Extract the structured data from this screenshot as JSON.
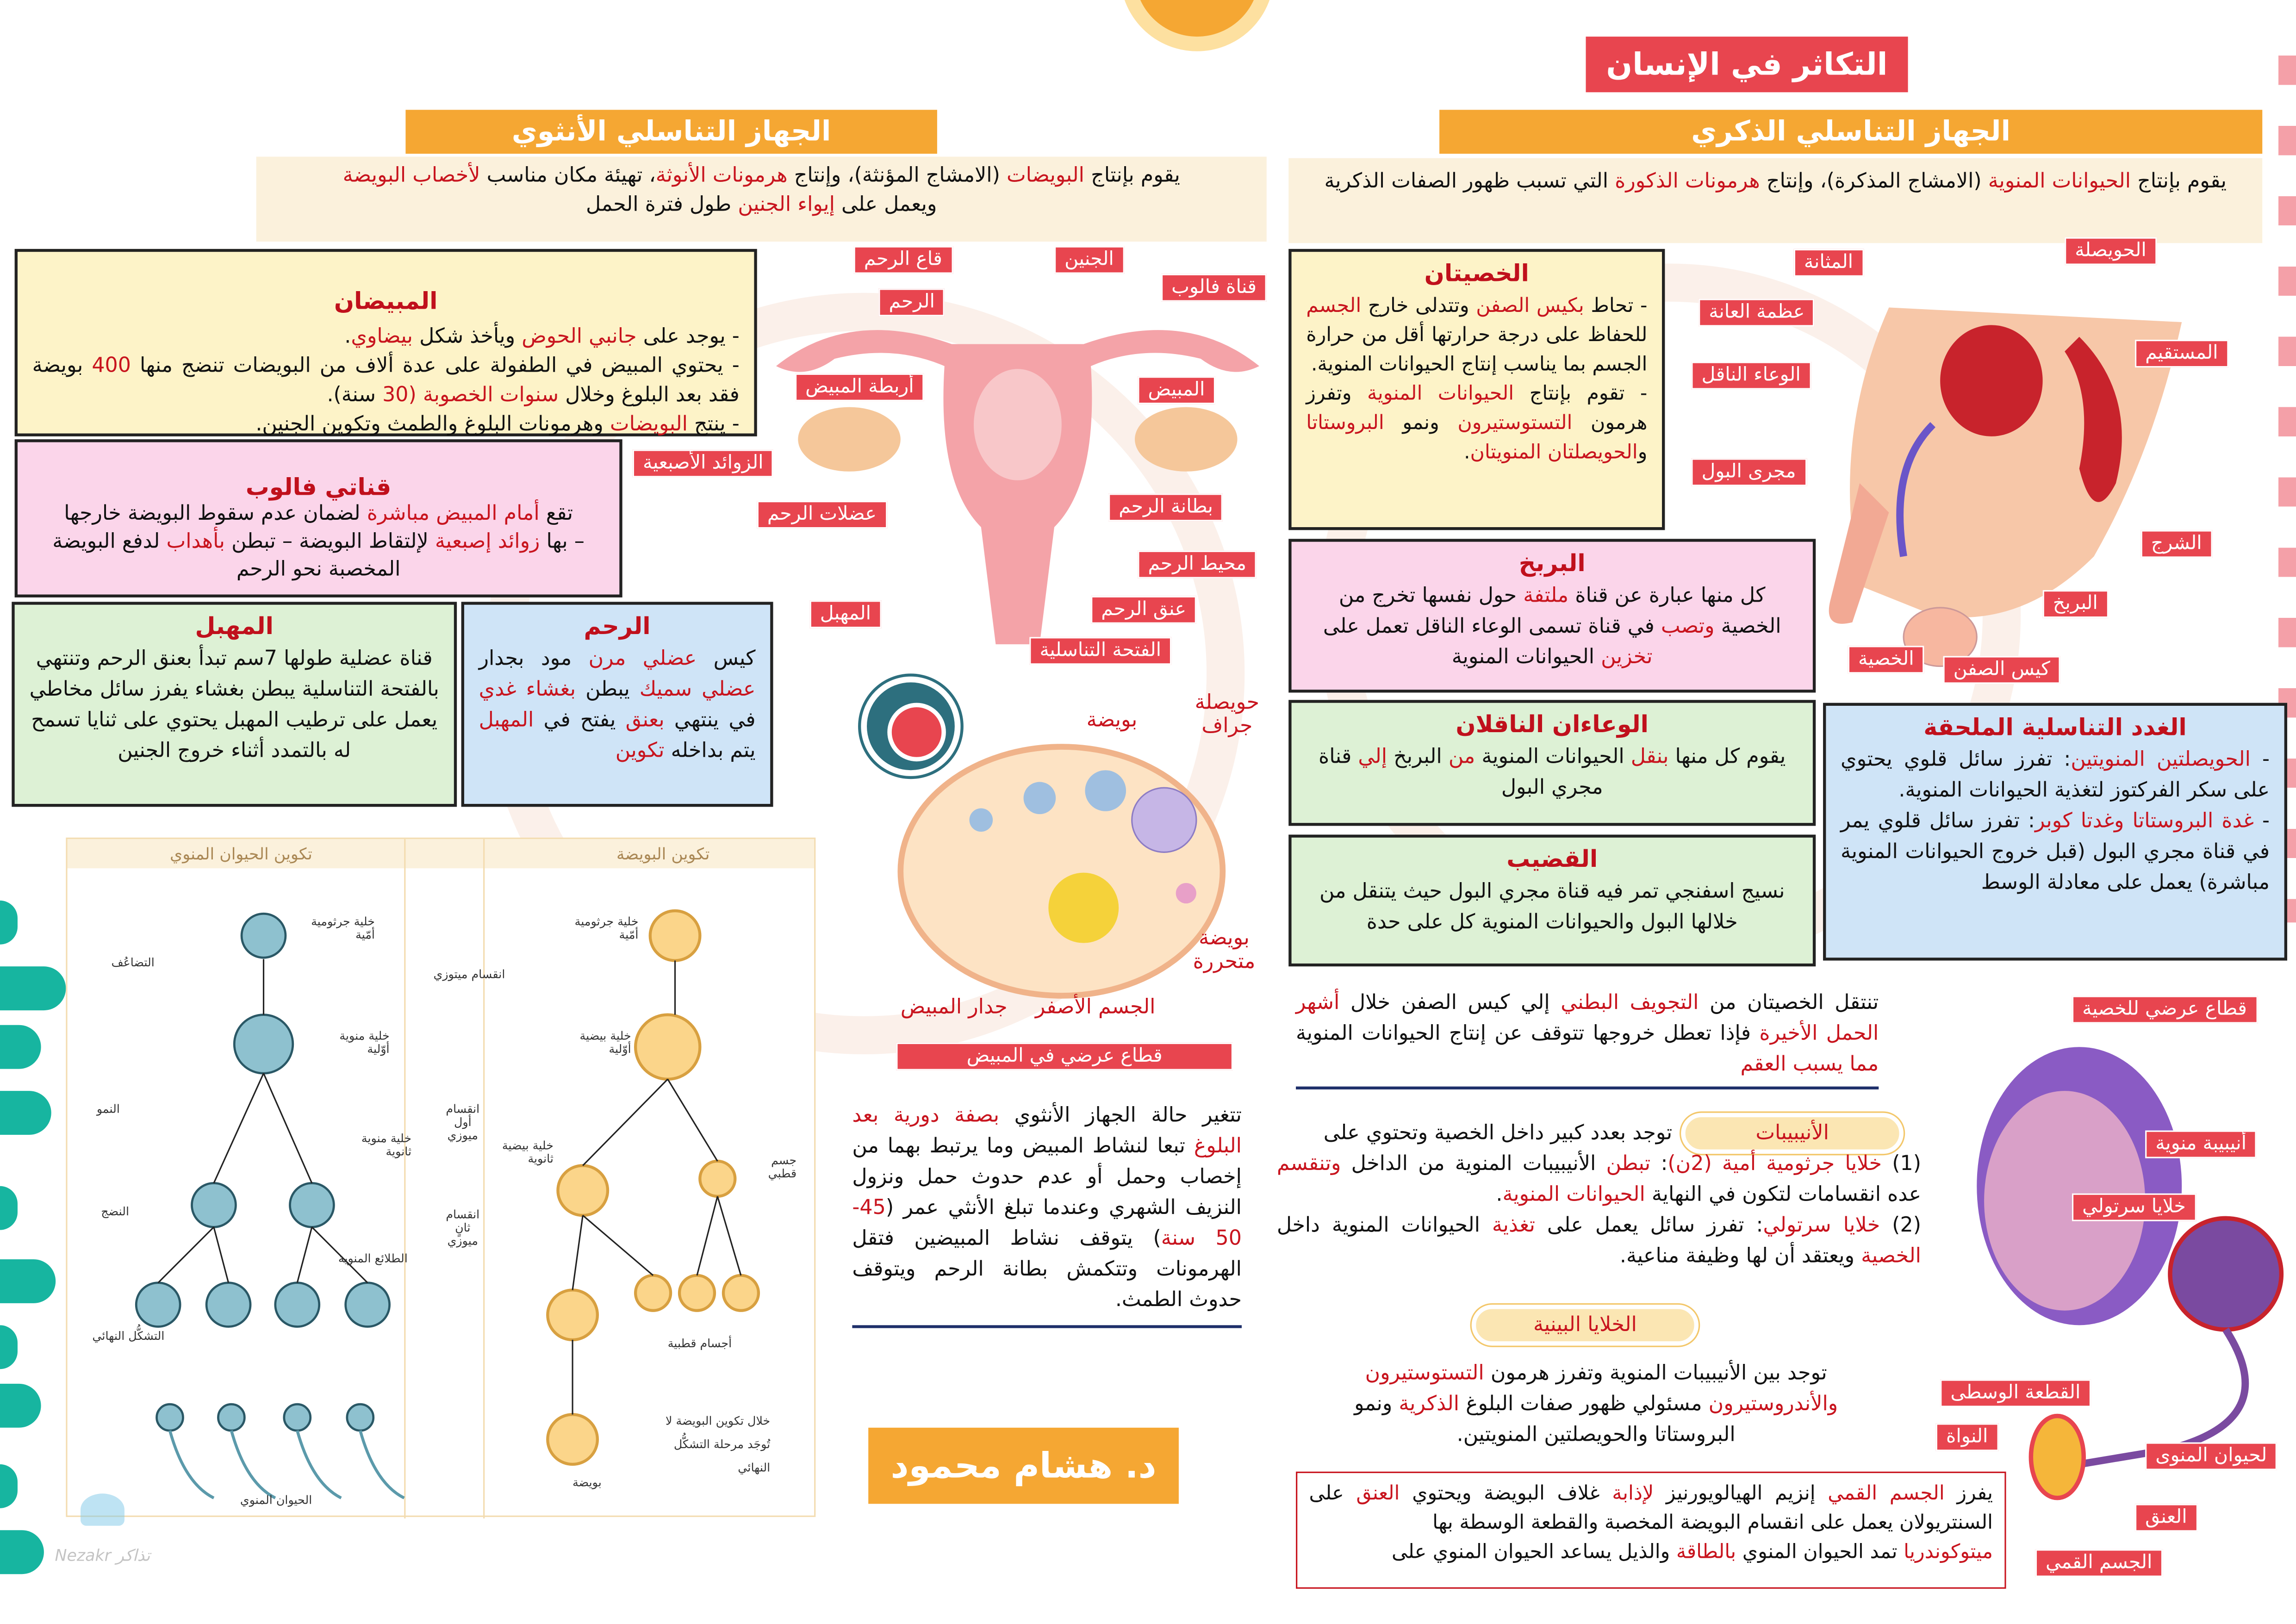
{
  "title": "التكاثر في الإنسان",
  "male": {
    "header": "الجهاز التناسلي الذكري",
    "intro": [
      [
        "يقوم بإنتاج ",
        0
      ],
      [
        "الحيوانات المنوية",
        1
      ],
      [
        " (الامشاج المذكرة)، وإنتاج ",
        0
      ],
      [
        "هرمونات الذكورة",
        1
      ],
      [
        " التي تسبب ظهور الصفات الذكرية",
        0
      ]
    ],
    "diagram_labels": [
      "الحويصلة",
      "المثانة",
      "عظمة العانة",
      "المستقيم",
      "الوعاء الناقل",
      "مجرى البول",
      "الشرج",
      "البربخ",
      "الخصية",
      "كيس الصفن"
    ],
    "testes": {
      "title": "الخصيتان",
      "text": [
        [
          "- تحاط ",
          0
        ],
        [
          "بكيس الصفن",
          1
        ],
        [
          " وتتدلى خارج ",
          0
        ],
        [
          "الجسم",
          1
        ],
        [
          " للحفاظ على درجة حرارتها أقل من حرارة الجسم بما يناسب إنتاج الحيوانات المنوية.",
          0
        ],
        [
          "\n- تقوم بإنتاج ",
          0
        ],
        [
          "الحيوانات المنوية",
          1
        ],
        [
          " وتفرز هرمون ",
          0
        ],
        [
          "التستوستيرون",
          1
        ],
        [
          " ونمو ",
          0
        ],
        [
          "البروستاتا",
          1
        ],
        [
          " و",
          0
        ],
        [
          "الحويصلتان المنويتان",
          1
        ],
        [
          ".",
          0
        ]
      ]
    },
    "epididymis": {
      "title": "البربخ",
      "text": [
        [
          "كل منها عبارة عن قناة ",
          0
        ],
        [
          "ملتفة",
          1
        ],
        [
          " حول نفسها تخرج من الخصية ",
          0
        ],
        [
          "وتصب",
          1
        ],
        [
          " في قناة تسمى الوعاء الناقل تعمل على ",
          0
        ],
        [
          "تخزين",
          1
        ],
        [
          " الحيوانات المنوية",
          0
        ]
      ]
    },
    "vas": {
      "title": "الوعاءان الناقلان",
      "text": [
        [
          "يقوم كل منها ",
          0
        ],
        [
          "بنقل",
          1
        ],
        [
          " الحيوانات المنوية ",
          0
        ],
        [
          "من",
          1
        ],
        [
          " البربخ ",
          0
        ],
        [
          "إلي",
          1
        ],
        [
          " قناة مجري البول",
          0
        ]
      ]
    },
    "penis": {
      "title": "القضيب",
      "text": [
        [
          "نسيج اسفنجي تمر فيه قناة مجري البول حيث يتنقل من خلالها البول والحيوانات المنوية كل على حدة",
          0
        ]
      ]
    },
    "glands": {
      "title": "الغدد التناسلية الملحقة",
      "text": [
        [
          "- ",
          0
        ],
        [
          "الحويصلتين المنويتين",
          1
        ],
        [
          ": تفرز سائل قلوي يحتوي على سكر الفركتوز لتغذية الحيوانات المنوية.",
          0
        ],
        [
          "\n- ",
          0
        ],
        [
          "غدة البروستاتا وغدتا كوبر",
          1
        ],
        [
          ": تفرز سائل قلوي يمر في قناة مجري البول (قبل خروج الحيوانات المنوية مباشرة) يعمل على معادلة الوسط",
          0
        ]
      ]
    },
    "descent": [
      [
        "تنتقل الخصيتان من ",
        0
      ],
      [
        "التجويف البطني",
        1
      ],
      [
        " إلي كيس الصفن خلال ",
        0
      ],
      [
        "أشهر الحمل الأخيرة",
        1
      ],
      [
        " فإذا تعطل خروجها تتوقف عن إنتاج الحيوانات المنوية ",
        0
      ],
      [
        "مما يسبب العقم",
        1
      ]
    ],
    "tubules_label": "الأنيبيبات",
    "tubules": [
      [
        "توجد بعدد كبير داخل الخصية وتحتوي على",
        0
      ],
      [
        "\n(1) ",
        0
      ],
      [
        "خلايا جرثومية أمية (2ن)",
        1
      ],
      [
        ": ",
        0
      ],
      [
        "تبطن",
        1
      ],
      [
        " الأنيبيبات المنوية من الداخل ",
        0
      ],
      [
        "وتنقسم",
        1
      ],
      [
        " عده انقسامات لتكون في النهاية ",
        0
      ],
      [
        "الحيوانات المنوية",
        1
      ],
      [
        ".",
        0
      ],
      [
        "\n(2) ",
        0
      ],
      [
        "خلايا سرتولي",
        1
      ],
      [
        ": تفرز سائل يعمل على ",
        0
      ],
      [
        "تغذية",
        1
      ],
      [
        " الحيوانات المنوية داخل ",
        0
      ],
      [
        "الخصية",
        1
      ],
      [
        " ويعتقد أن لها وظيفة مناعية.",
        0
      ]
    ],
    "interstitial_label": "الخلايا البينية",
    "interstitial": [
      [
        "توجد بين الأنيبيبات المنوية وتفرز هرمون ",
        0
      ],
      [
        "التستوستيرون",
        1
      ],
      [
        "\nوالأندروستيرون",
        1
      ],
      [
        " مسئولي ظهور صفات البلوغ ",
        0
      ],
      [
        "الذكرية",
        1
      ],
      [
        " ونمو البروستاتا والحويصلتين المنويتين.",
        0
      ]
    ],
    "acrosome": [
      [
        "يفرز ",
        0
      ],
      [
        "الجسم القمي",
        1
      ],
      [
        " إنزيم الهيالويورنيز ",
        0
      ],
      [
        "لإذابة",
        1
      ],
      [
        " غلاف البويضة ويحتوي ",
        0
      ],
      [
        "العنق",
        1
      ],
      [
        " على السنتريولان يعمل على انقسام البويضة المخصبة والقطعة الوسطة بها ",
        0
      ],
      [
        "\nميتوكوندريا",
        1
      ],
      [
        " تمد الحيوان المنوي ",
        0
      ],
      [
        "بالطاقة",
        1
      ],
      [
        " والذيل يساعد الحيوان المنوي على",
        0
      ]
    ],
    "cross_labels": [
      "قطاع عرضي للخصية",
      "أنيبيبة منوية",
      "خلايا سرتولي",
      "القطعة الوسطى",
      "النواة",
      "لحيوان المنوى",
      "العنق",
      "الجسم القمي"
    ]
  },
  "female": {
    "header": "الجهاز التناسلي الأنثوي",
    "intro": [
      [
        "يقوم بإنتاج ",
        0
      ],
      [
        "البويضات",
        1
      ],
      [
        " (الامشاج المؤنثة)، وإنتاج ",
        0
      ],
      [
        "هرمونات الأنوثة",
        1
      ],
      [
        "، تهيئة مكان مناسب ",
        0
      ],
      [
        "لأخصاب البويضة",
        1
      ],
      [
        "\nويعمل على ",
        0
      ],
      [
        "إيواء الجنين",
        1
      ],
      [
        " طول فترة الحمل",
        0
      ]
    ],
    "ovaries": {
      "title": "المبيضان",
      "text": [
        [
          "- يوجد على ",
          0
        ],
        [
          "جانبي الحوض",
          1
        ],
        [
          " ويأخذ شكل ",
          0
        ],
        [
          "بيضاوي",
          1
        ],
        [
          ".",
          0
        ],
        [
          "\n- يحتوي المبيض في الطفولة على عدة ألاف من البويضات تنضج منها ",
          0
        ],
        [
          "400",
          1
        ],
        [
          " بويضة فقد بعد البلوغ وخلال ",
          0
        ],
        [
          "سنوات الخصوبة (30",
          1
        ],
        [
          " سنة).",
          0
        ],
        [
          "\n- ينتج ",
          0
        ],
        [
          "البويضات",
          1
        ],
        [
          " وهرمونات البلوغ والطمث وتكوين الجنين.",
          0
        ]
      ]
    },
    "fallopian": {
      "title": "قناتي فالوب",
      "text": [
        [
          "تقع ",
          0
        ],
        [
          "أمام المبيض مباشرة",
          1
        ],
        [
          " لضمان عدم سقوط البويضة خارجها\n– بها ",
          0
        ],
        [
          "زوائد إصبعية",
          1
        ],
        [
          " لإلتقاط البويضة – تبطن ",
          0
        ],
        [
          "بأهداب",
          1
        ],
        [
          " لدفع البويضة المخصبة نحو الرحم",
          0
        ]
      ]
    },
    "vagina": {
      "title": "المهبل",
      "text": [
        [
          "قناة عضلية طولها 7سم تبدأ بعنق الرحم وتنتهي بالفتحة التناسلية يبطن بغشاء يفرز سائل مخاطي يعمل على ترطيب المهبل يحتوي على ثنايا تسمح له بالتمدد أثناء خروج الجنين",
          0
        ]
      ]
    },
    "uterus": {
      "title": "الرحم",
      "text": [
        [
          "كيس ",
          0
        ],
        [
          "عضلي مرن",
          1
        ],
        [
          " مود بجدار ",
          0
        ],
        [
          "عضلي سميك",
          1
        ],
        [
          " يبطن ",
          0
        ],
        [
          "بغشاء غدي",
          1
        ],
        [
          " في ينتهي ",
          0
        ],
        [
          "بعنق",
          1
        ],
        [
          " يفتح في ",
          0
        ],
        [
          "المهبل",
          1
        ],
        [
          " يتم بداخله ",
          0
        ],
        [
          "تكوين",
          1
        ]
      ]
    },
    "uterus_labels": [
      "قاع الرحم",
      "الجنين",
      "الرحم",
      "قناة فالوب",
      "أربطة المبيض",
      "المبيض",
      "الزوائد الأصبعية",
      "عضلات الرحم",
      "بطانة الرحم",
      "محيط الرحم",
      "عنق الرحم",
      "المهبل",
      "الفتحة التناسلية"
    ],
    "ovary_labels": [
      "حويصلة جراف",
      "بويضة",
      "بويضة متحررة",
      "الجسم الأصفر",
      "جدار المبيض"
    ],
    "ovary_caption": "قطاع عرضي في المبيض",
    "cycle": [
      [
        "تتغير حالة الجهاز الأنثوي ",
        0
      ],
      [
        "بصفة دورية",
        1
      ],
      [
        " ",
        0
      ],
      [
        "بعد البلوغ",
        1
      ],
      [
        " تبعا لنشاط المبيض وما يرتبط بهما من إخصاب وحمل أو عدم حدوث حمل ونزول النزيف الشهري وعندما تبلغ الأنثي عمر (",
        0
      ],
      [
        "45-50 سنة",
        1
      ],
      [
        ") يتوقف نشاط المبيضين فتقل الهرمونات وتتكمش بطانة الرحم ويتوقف حدوث الطمث.",
        0
      ]
    ]
  },
  "gametogenesis": {
    "headers": [
      "تكوين الحيوان المنوي",
      "تكوين البويضة"
    ],
    "stages": [
      "التضاعُف",
      "النمو",
      "النضج",
      "التشكُّل النهائي"
    ],
    "divisions": [
      "انقسام ميتوزي",
      "انقسام أول ميوزي",
      "انقسام ثانٍ ميوزي"
    ],
    "sperm_labels": [
      "خلية جرثومية أمّية",
      "خلية منوية أوّلية",
      "خلية منوية ثانوية",
      "الطلائع المنوية",
      "الحيوان المنوي"
    ],
    "egg_labels": [
      "خلية جرثومية أمّية",
      "خلية بيضية أوّلية",
      "خلية بيضية ثانوية",
      "جسم قطبي",
      "أجسام قطبية",
      "بويضة"
    ],
    "note": "خلال تكوين البويضة لا تُوجَد مرحلة التشكُّل النهائي"
  },
  "author": "د. هشام محمود",
  "logo_text": "Nezakr تذاكر",
  "colors": {
    "accent": "#e8454f",
    "orange": "#f5a733",
    "teal": "#17b5a0",
    "red_text": "#c8141e"
  }
}
